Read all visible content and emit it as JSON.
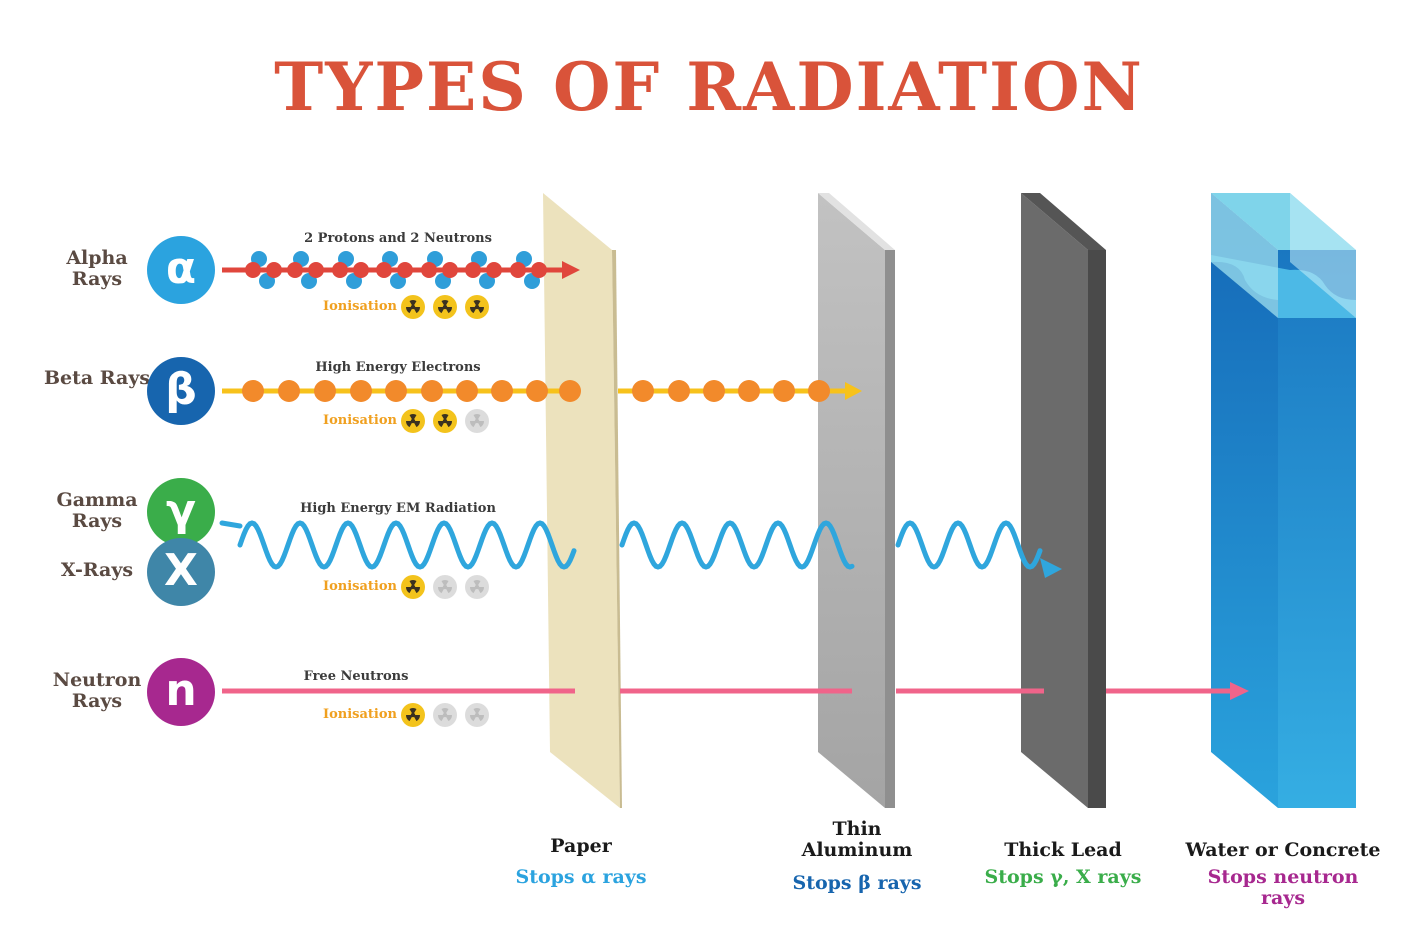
{
  "title": "TYPES OF RADIATION",
  "rays": {
    "alpha": {
      "label": "Alpha Rays",
      "symbol": "α",
      "caption": "2 Protons and 2 Neutrons",
      "ionisation": "Ionisation",
      "level": 3,
      "color": "#2ba3df"
    },
    "beta": {
      "label": "Beta Rays",
      "symbol": "β",
      "caption": "High Energy Electrons",
      "ionisation": "Ionisation",
      "level": 2,
      "color": "#1765ae"
    },
    "gamma": {
      "label": "Gamma Rays",
      "symbol": "γ",
      "color": "#3aad4a"
    },
    "xray": {
      "label": "X-Rays",
      "symbol": "X",
      "caption": "High Energy EM Radiation",
      "ionisation": "Ionisation",
      "level": 1,
      "color": "#3f86a8"
    },
    "neutron": {
      "label": "Neutron Rays",
      "symbol": "n",
      "caption": "Free Neutrons",
      "ionisation": "Ionisation",
      "level": 1,
      "color": "#a7288f"
    }
  },
  "barriers": {
    "paper": {
      "name": "Paper",
      "stops": "Stops α rays",
      "color": "#2ba3df"
    },
    "aluminum": {
      "name": "Thin Aluminum",
      "stops": "Stops β rays",
      "color": "#1765ae"
    },
    "lead": {
      "name": "Thick Lead",
      "stops": "Stops γ, X rays",
      "color": "#3aad4a"
    },
    "water": {
      "name": "Water or Concrete",
      "stops": "Stops neutron rays",
      "color": "#a7288f"
    }
  },
  "colors": {
    "title": "#d9533a",
    "alpha_arrow": "#e0463c",
    "proton": "#e0463c",
    "neutron_ball": "#2f9ed9",
    "beta_arrow": "#f7c21b",
    "electron": "#f28a2b",
    "wave": "#2fa6dd",
    "neutron_arrow": "#f0648a",
    "ionisation": "#f0a01f"
  }
}
